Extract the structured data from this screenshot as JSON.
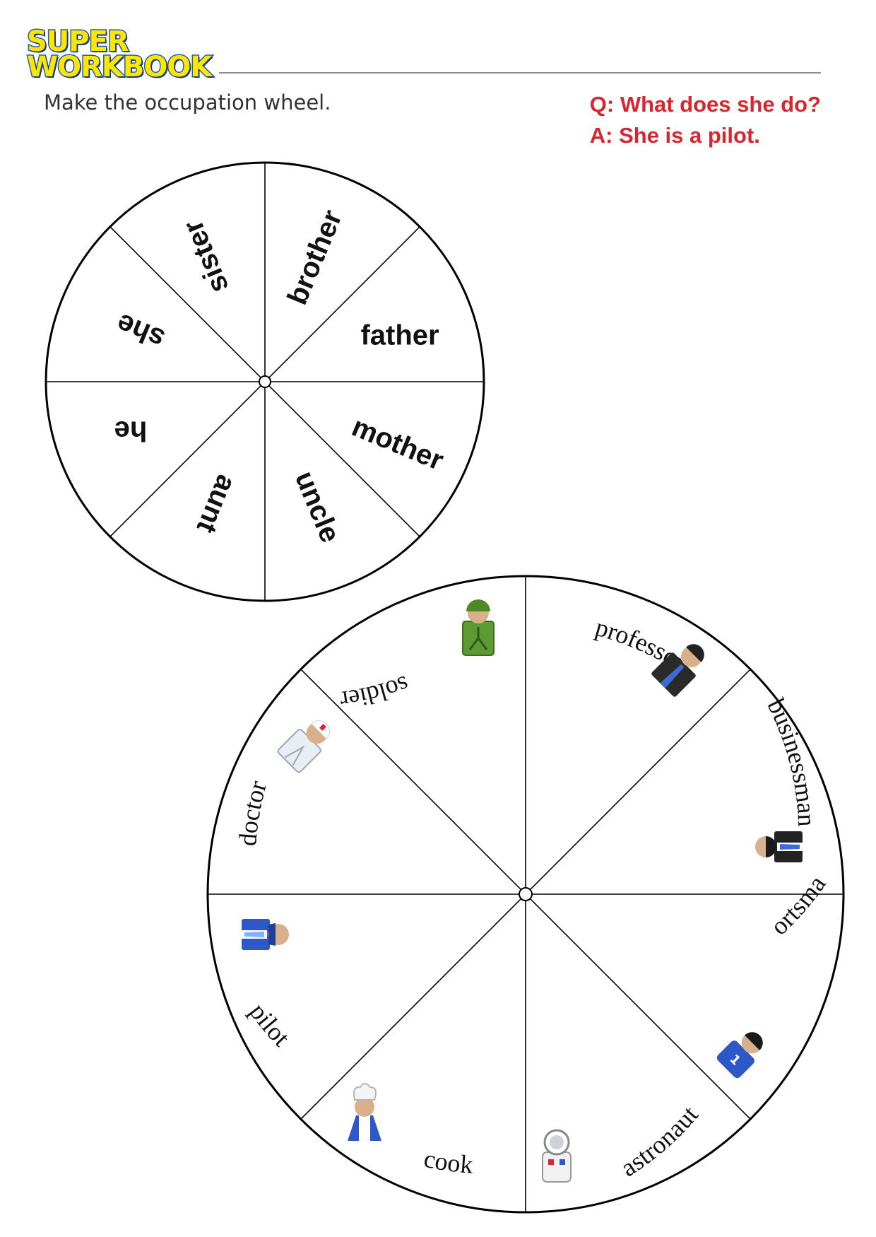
{
  "header": {
    "logo_line1": "SUPER",
    "logo_line2": "WORKBOOK",
    "instruction": "Make the occupation wheel.",
    "question": "Q: What does she do?",
    "answer": "A: She is a pilot."
  },
  "family_wheel": {
    "words": [
      "brother",
      "father",
      "mother",
      "uncle",
      "aunt",
      "he",
      "she",
      "sister"
    ]
  },
  "occupation_wheel": {
    "sections": [
      {
        "word": "professor",
        "icon": "professor-icon"
      },
      {
        "word": "businessman",
        "icon": "businessman-icon"
      },
      {
        "word": "sportsman",
        "icon": "sportsman-icon"
      },
      {
        "word": "astronaut",
        "icon": "astronaut-icon"
      },
      {
        "word": "cook",
        "icon": "cook-icon"
      },
      {
        "word": "pilot",
        "icon": "pilot-icon"
      },
      {
        "word": "doctor",
        "icon": "doctor-icon"
      },
      {
        "word": "soldier",
        "icon": "soldier-icon"
      }
    ]
  },
  "colors": {
    "title_red": "#d7262f",
    "logo_yellow": "#ffe600",
    "logo_blue": "#1f5fb4"
  }
}
